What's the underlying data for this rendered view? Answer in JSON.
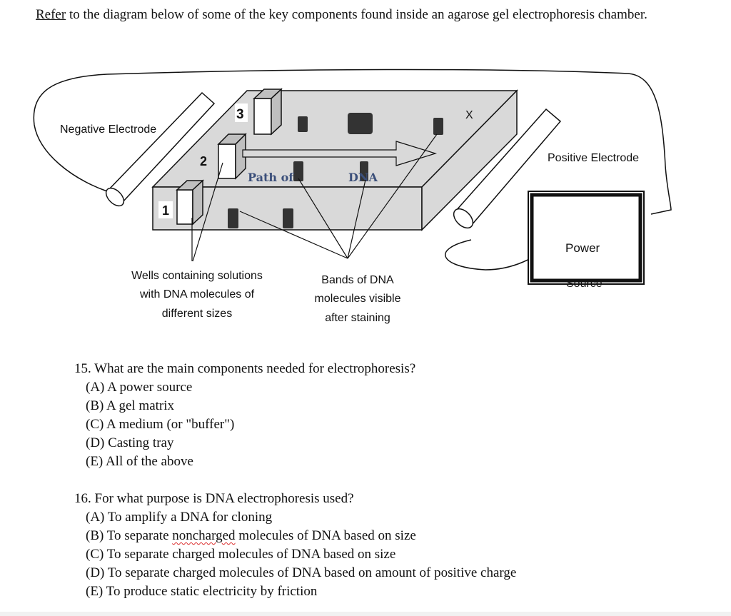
{
  "intro": {
    "refer": "Refer",
    "rest": " to the diagram below of some of the key components found inside an agarose gel electrophoresis chamber."
  },
  "diagram": {
    "negative_electrode": "Negative Electrode",
    "positive_electrode": "Positive Electrode",
    "power": "Power",
    "source": "Source",
    "path_of": "Path of",
    "dna": "DNA",
    "marker_x": "X",
    "well_numbers": [
      "1",
      "2",
      "3"
    ],
    "wells_caption": [
      "Wells containing solutions",
      "with DNA molecules of",
      "different sizes"
    ],
    "bands_caption": [
      "Bands of DNA",
      "molecules visible",
      "after staining"
    ]
  },
  "q15": {
    "stem": "15. What are the main components needed for electrophoresis?",
    "options": [
      "(A) A power source",
      "(B) A gel matrix",
      "(C) A medium (or \"buffer\")",
      "(D) Casting tray",
      "(E) All of the above"
    ]
  },
  "q16": {
    "stem": "16. For what purpose is DNA electrophoresis used?",
    "options": {
      "a": "(A) To amplify a DNA for cloning",
      "b_pre": "(B) To separate ",
      "b_word": "noncharged",
      "b_post": " molecules of DNA based on size",
      "c": "(C) To separate charged molecules of DNA based on size",
      "d": "(D) To separate charged molecules of DNA based on amount of positive charge",
      "e": "(E) To produce static electricity by friction"
    }
  }
}
